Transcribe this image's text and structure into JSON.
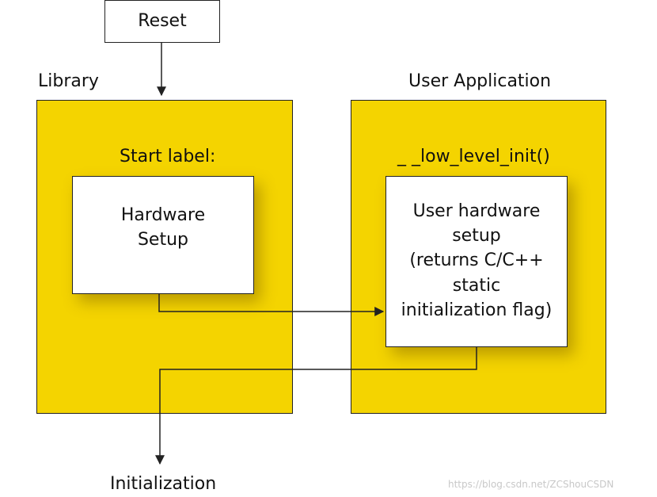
{
  "reset": {
    "label": "Reset"
  },
  "library": {
    "title": "Library",
    "start_label": "Start label:",
    "box": {
      "lines": [
        "Hardware",
        "Setup"
      ]
    }
  },
  "user_application": {
    "title": "User Application",
    "function_label": "_ _low_level_init()",
    "box": {
      "lines": [
        "User hardware",
        "setup",
        "(returns  C/C++",
        "static",
        "initialization flag)"
      ]
    }
  },
  "initialization": {
    "label": "Initialization"
  },
  "watermark": "https://blog.csdn.net/ZCShouCSDN",
  "colors": {
    "panel": "#f4d400",
    "box": "#ffffff",
    "line": "#222222"
  }
}
